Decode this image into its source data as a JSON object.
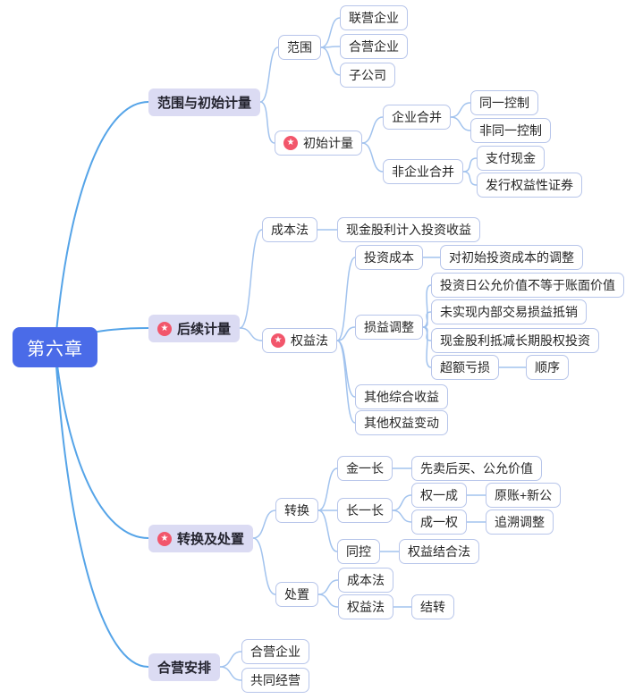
{
  "colors": {
    "root_bg": "#4A6BE8",
    "branch_bg": "#DBDBF3",
    "leaf_border": "#B7C5EA",
    "connector_main": "#55A4E8",
    "connector_sub": "#A2C3EE",
    "star_bg": "#F2566B"
  },
  "icons": {
    "star": "★"
  },
  "tree": {
    "label": "第六章",
    "children": [
      {
        "label": "范围与初始计量",
        "star": false,
        "children": [
          {
            "label": "范围",
            "children": [
              {
                "label": "联营企业"
              },
              {
                "label": "合营企业"
              },
              {
                "label": "子公司"
              }
            ]
          },
          {
            "label": "初始计量",
            "star": true,
            "children": [
              {
                "label": "企业合并",
                "children": [
                  {
                    "label": "同一控制"
                  },
                  {
                    "label": "非同一控制"
                  }
                ]
              },
              {
                "label": "非企业合并",
                "children": [
                  {
                    "label": "支付现金"
                  },
                  {
                    "label": "发行权益性证券"
                  }
                ]
              }
            ]
          }
        ]
      },
      {
        "label": "后续计量",
        "star": true,
        "children": [
          {
            "label": "成本法",
            "children": [
              {
                "label": "现金股利计入投资收益"
              }
            ]
          },
          {
            "label": "权益法",
            "star": true,
            "children": [
              {
                "label": "投资成本",
                "children": [
                  {
                    "label": "对初始投资成本的调整"
                  }
                ]
              },
              {
                "label": "损益调整",
                "children": [
                  {
                    "label": "投资日公允价值不等于账面价值"
                  },
                  {
                    "label": "未实现内部交易损益抵销"
                  },
                  {
                    "label": "现金股利抵减长期股权投资"
                  },
                  {
                    "label": "超额亏损",
                    "children": [
                      {
                        "label": "顺序"
                      }
                    ]
                  }
                ]
              },
              {
                "label": "其他综合收益"
              },
              {
                "label": "其他权益变动"
              }
            ]
          }
        ]
      },
      {
        "label": "转换及处置",
        "star": true,
        "children": [
          {
            "label": "转换",
            "children": [
              {
                "label": "金一长",
                "children": [
                  {
                    "label": "先卖后买、公允价值"
                  }
                ]
              },
              {
                "label": "长一长",
                "children": [
                  {
                    "label": "权一成",
                    "children": [
                      {
                        "label": "原账+新公"
                      }
                    ]
                  },
                  {
                    "label": "成一权",
                    "children": [
                      {
                        "label": "追溯调整"
                      }
                    ]
                  }
                ]
              },
              {
                "label": "同控",
                "children": [
                  {
                    "label": "权益结合法"
                  }
                ]
              }
            ]
          },
          {
            "label": "处置",
            "children": [
              {
                "label": "成本法"
              },
              {
                "label": "权益法",
                "children": [
                  {
                    "label": "结转"
                  }
                ]
              }
            ]
          }
        ]
      },
      {
        "label": "合营安排",
        "star": false,
        "children": [
          {
            "label": "合营企业"
          },
          {
            "label": "共同经营"
          }
        ]
      }
    ]
  }
}
